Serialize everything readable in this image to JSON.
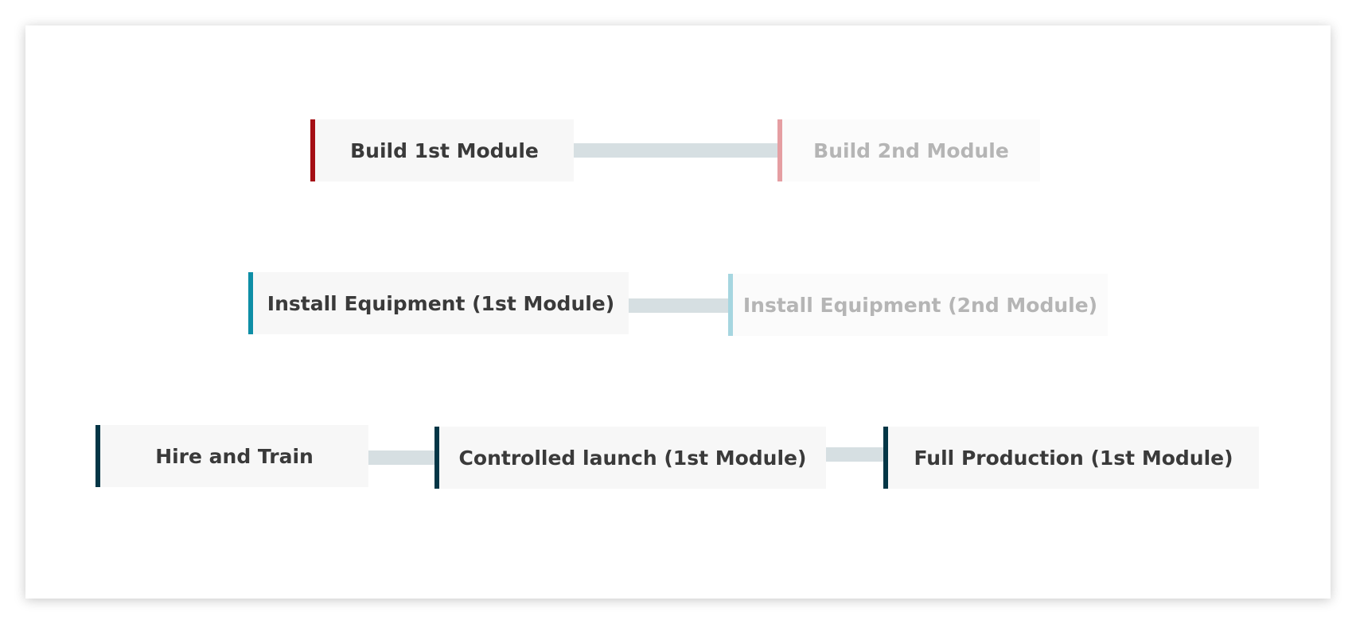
{
  "diagram": {
    "rows": [
      {
        "tasks": [
          {
            "label": "Build 1st Module",
            "accent": "#a50f15",
            "faded": false
          },
          {
            "label": "Build 2nd Module",
            "accent": "#e59ea2",
            "faded": true
          }
        ]
      },
      {
        "tasks": [
          {
            "label": "Install Equipment (1st Module)",
            "accent": "#0e8ea6",
            "faded": false
          },
          {
            "label": "Install Equipment (2nd Module)",
            "accent": "#a6d6e0",
            "faded": true
          }
        ]
      },
      {
        "tasks": [
          {
            "label": "Hire and Train",
            "accent": "#033646",
            "faded": false
          },
          {
            "label": "Controlled launch (1st Module)",
            "accent": "#033646",
            "faded": false
          },
          {
            "label": "Full Production (1st Module)",
            "accent": "#033646",
            "faded": false
          }
        ]
      }
    ],
    "connector_color": "#d6dfe2"
  }
}
